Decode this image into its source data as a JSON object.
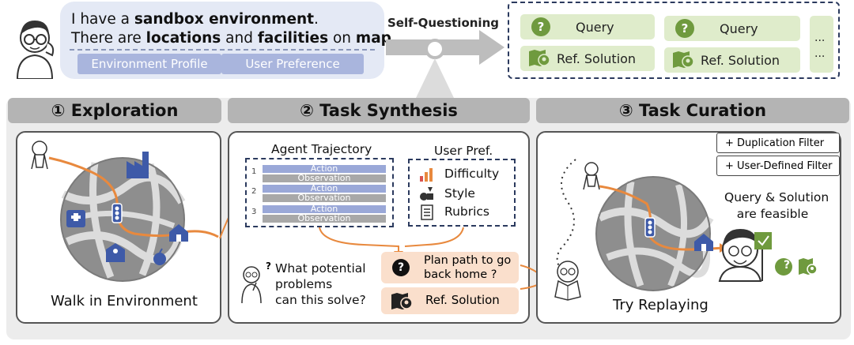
{
  "prompt": {
    "line1_pre": "I have a ",
    "line1_bold": "sandbox environment",
    "line1_post": ".",
    "line2_pre": "There are ",
    "line2_bold1": "locations",
    "line2_mid": " and ",
    "line2_bold2": "facilities",
    "line2_mid2": " on ",
    "line2_bold3": "map",
    "line2_post": "...",
    "chips": [
      "Environment Profile",
      "User Preference"
    ]
  },
  "self_questioning_label": "Self-Questioning",
  "output": {
    "cards": [
      {
        "type": "query",
        "icon": "?",
        "label": "Query"
      },
      {
        "type": "solution",
        "label": "Ref. Solution"
      },
      {
        "type": "query",
        "icon": "?",
        "label": "Query"
      },
      {
        "type": "solution",
        "label": "Ref. Solution"
      }
    ],
    "ellipsis_top": "...",
    "ellipsis_bottom": "..."
  },
  "stages": [
    {
      "title": "① Exploration",
      "caption": "Walk in Environment"
    },
    {
      "title": "② Task Synthesis"
    },
    {
      "title": "③ Task Curation",
      "caption": "Try Replaying"
    }
  ],
  "synthesis": {
    "trajectory_title": "Agent Trajectory",
    "steps": [
      {
        "num": "1",
        "action": "Action",
        "observation": "Observation"
      },
      {
        "num": "2",
        "action": "Action",
        "observation": "Observation"
      },
      {
        "num": "3",
        "action": "Action",
        "observation": "Observation"
      }
    ],
    "pref_title": "User Pref.",
    "prefs": [
      "Difficulty",
      "Style",
      "Rubrics"
    ],
    "question_lines": [
      "What potential",
      "problems",
      "can this solve?"
    ],
    "question_mark": "?",
    "query_icon": "?",
    "query_lines": [
      "Plan path to go",
      "back home ?"
    ],
    "solution_label": "Ref. Solution"
  },
  "curation": {
    "filters": [
      "+ Duplication Filter",
      "+ User-Defined Filter"
    ],
    "feasible_lines": [
      "Query & Solution",
      "are feasible"
    ],
    "query_icon": "?"
  },
  "colors": {
    "accent_orange": "#e8893e",
    "query_green": "#6f9a3e",
    "card_green": "#dfeccb",
    "chip_blue": "#a9b5dd",
    "bubble_bg": "#e4e9f5",
    "map_blue": "#3e5aa8",
    "peach": "#fadfcc"
  }
}
